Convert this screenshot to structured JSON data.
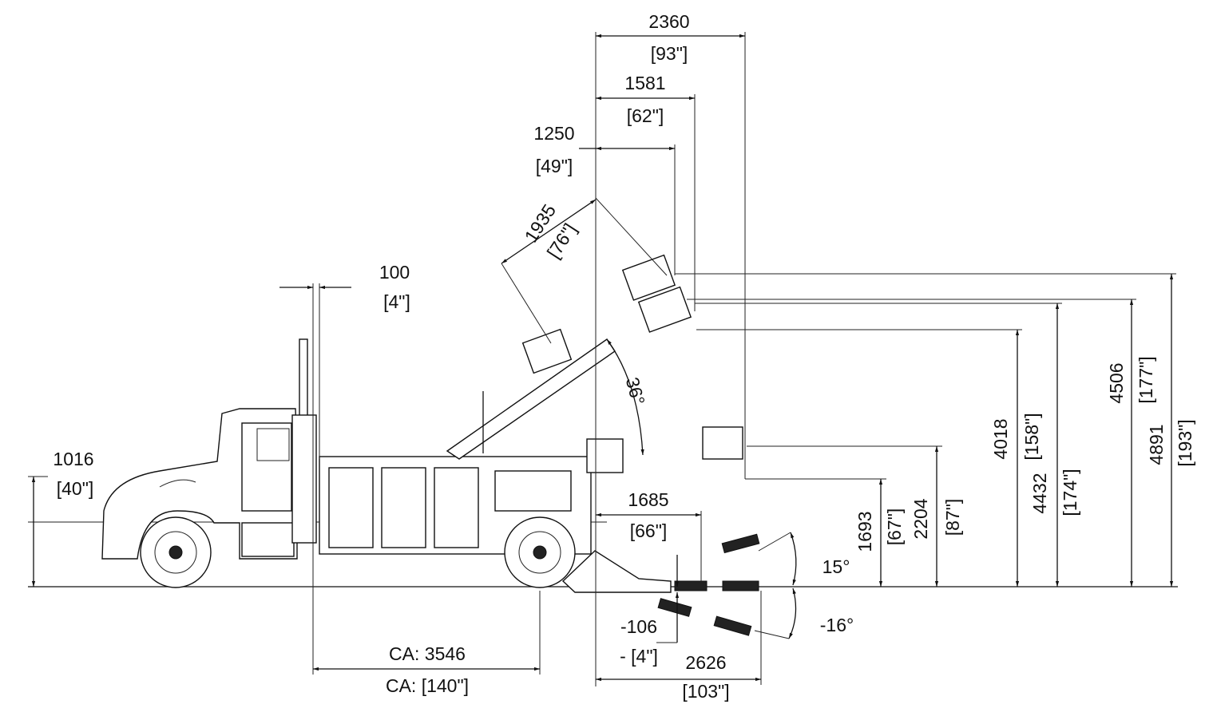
{
  "dimensions": {
    "boom_reach_max": {
      "mm": "2360",
      "in": "[93\"]"
    },
    "boom_reach_mid": {
      "mm": "1581",
      "in": "[62\"]"
    },
    "boom_reach_min": {
      "mm": "1250",
      "in": "[49\"]"
    },
    "boom_extension": {
      "mm": "1935",
      "in": "[76\"]"
    },
    "mast_offset": {
      "mm": "100",
      "in": "[4\"]"
    },
    "boom_angle": "36°",
    "frame_height": {
      "mm": "1016",
      "in": "[40\"]"
    },
    "cab_to_axle": {
      "mm": "CA: 3546",
      "in": "CA:  [140\"]"
    },
    "underlift_retracted": {
      "mm": "1685",
      "in": "[66\"]"
    },
    "underlift_below_ground": {
      "mm": "-106",
      "in": "- [4\"]"
    },
    "underlift_extended": {
      "mm": "2626",
      "in": "[103\"]"
    },
    "tilt_up": "15°",
    "tilt_down": "-16°",
    "height_1693": {
      "mm": "1693",
      "in": "[67\"]"
    },
    "height_2204": {
      "mm": "2204",
      "in": "[87\"]"
    },
    "height_4018": {
      "mm": "4018",
      "in": "[158\"]"
    },
    "height_4432": {
      "mm": "4432",
      "in": "[174\"]"
    },
    "height_4506": {
      "mm": "4506",
      "in": "[177\"]"
    },
    "height_4891": {
      "mm": "4891",
      "in": "[193\"]"
    }
  }
}
